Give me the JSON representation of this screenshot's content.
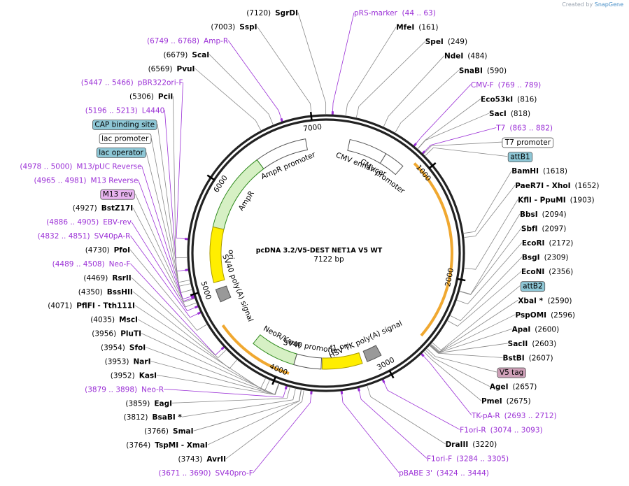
{
  "credit": {
    "prefix": "Created by",
    "brand": "SnapGene"
  },
  "plasmid": {
    "name": "pcDNA 3.2/V5-DEST NET1A V5 WT",
    "length": "7122 bp",
    "length_bp": 7122
  },
  "colors": {
    "feature": "#9b30d6",
    "amp_fill": "#d6f0c4",
    "amp_stroke": "#2f8a1e",
    "orange": "#f0a830",
    "yellow": "#ffee00",
    "box_blue": "#8ec7d6",
    "box_pink": "#cfa0b8",
    "box_violet": "#e8b4f0"
  },
  "ticks": [
    {
      "label": "1000",
      "pos": 1000
    },
    {
      "label": "2000",
      "pos": 2000
    },
    {
      "label": "3000",
      "pos": 3000
    },
    {
      "label": "4000",
      "pos": 4000
    },
    {
      "label": "5000",
      "pos": 5000
    },
    {
      "label": "6000",
      "pos": 6000
    },
    {
      "label": "7000",
      "pos": 7000
    }
  ],
  "inner_features": [
    {
      "name": "AmpR promoter",
      "start": 6400,
      "end": 6920,
      "type": "promoter"
    },
    {
      "name": "AmpR",
      "start": 5600,
      "end": 6400,
      "type": "cds"
    },
    {
      "name": "ori",
      "start": 5050,
      "end": 5600,
      "type": "origin"
    },
    {
      "name": "CMV enhancer",
      "start": 235,
      "end": 615,
      "type": "enhancer"
    },
    {
      "name": "CMV promoter",
      "start": 615,
      "end": 820,
      "type": "promoter"
    },
    {
      "name": "SV40 poly(A) signal",
      "start": 4850,
      "end": 4980,
      "type": "polya"
    },
    {
      "name": "NeoR/KanR",
      "start": 3880,
      "end": 4330,
      "type": "cds"
    },
    {
      "name": "SV40 promoter",
      "start": 3610,
      "end": 3880,
      "type": "promoter"
    },
    {
      "name": "f1 ori",
      "start": 3200,
      "end": 3600,
      "type": "origin"
    },
    {
      "name": "HSV TK poly(A) signal",
      "start": 3000,
      "end": 3150,
      "type": "polya"
    }
  ],
  "labels": [
    {
      "text": "SgrDI",
      "coord": "(7120)",
      "kind": "enzyme",
      "pos": 7120
    },
    {
      "text": "pRS-marker",
      "coord": "(44 .. 63)",
      "kind": "feature",
      "pos": 53
    },
    {
      "text": "SspI",
      "coord": "(7003)",
      "kind": "enzyme",
      "pos": 7003
    },
    {
      "text": "MfeI",
      "coord": "(161)",
      "kind": "enzyme",
      "pos": 161
    },
    {
      "text": "SpeI",
      "coord": "(249)",
      "kind": "enzyme",
      "pos": 249
    },
    {
      "text": "Amp-R",
      "coord": "(6749 .. 6768)",
      "kind": "feature",
      "pos": 6758
    },
    {
      "text": "NdeI",
      "coord": "(484)",
      "kind": "enzyme",
      "pos": 484
    },
    {
      "text": "ScaI",
      "coord": "(6679)",
      "kind": "enzyme",
      "pos": 6679
    },
    {
      "text": "SnaBI",
      "coord": "(590)",
      "kind": "enzyme",
      "pos": 590
    },
    {
      "text": "PvuI",
      "coord": "(6569)",
      "kind": "enzyme",
      "pos": 6569
    },
    {
      "text": "CMV-F",
      "coord": "(769 .. 789)",
      "kind": "feature",
      "pos": 779
    },
    {
      "text": "Eco53kI",
      "coord": "(816)",
      "kind": "enzyme",
      "pos": 816
    },
    {
      "text": "SacI",
      "coord": "(818)",
      "kind": "enzyme",
      "pos": 818
    },
    {
      "text": "T7",
      "coord": "(863 .. 882)",
      "kind": "feature",
      "pos": 872
    },
    {
      "text": "T7 promoter",
      "kind": "box_white",
      "pos": 880
    },
    {
      "text": "attB1",
      "kind": "box_blue",
      "pos": 900
    },
    {
      "text": "pBR322ori-F",
      "coord": "(5447 .. 5466)",
      "kind": "feature",
      "pos": 5456
    },
    {
      "text": "PciI",
      "coord": "(5306)",
      "kind": "enzyme",
      "pos": 5306
    },
    {
      "text": "L4440",
      "coord": "(5196 .. 5213)",
      "kind": "feature",
      "pos": 5205
    },
    {
      "text": "CAP binding site",
      "kind": "box_blue",
      "pos": 5120
    },
    {
      "text": "lac promoter",
      "kind": "box_white",
      "pos": 5090
    },
    {
      "text": "M13/pUC Reverse",
      "coord": "(4978 .. 5000)",
      "kind": "feature",
      "pos": 4989
    },
    {
      "text": "lac operator",
      "kind": "box_blue",
      "pos": 5040
    },
    {
      "text": "M13 Reverse",
      "coord": "(4965 .. 4981)",
      "kind": "feature",
      "pos": 4973
    },
    {
      "text": "M13 rev",
      "kind": "box_violet",
      "pos": 4965
    },
    {
      "text": "BstZ17I",
      "coord": "(4927)",
      "kind": "enzyme",
      "pos": 4927
    },
    {
      "text": "EBV-rev",
      "coord": "(4886 .. 4905)",
      "kind": "feature",
      "pos": 4895
    },
    {
      "text": "SV40pA-R",
      "coord": "(4832 .. 4851)",
      "kind": "feature",
      "pos": 4841
    },
    {
      "text": "PfoI",
      "coord": "(4730)",
      "kind": "enzyme",
      "pos": 4730
    },
    {
      "text": "Neo-F",
      "coord": "(4489 .. 4508)",
      "kind": "feature",
      "pos": 4498
    },
    {
      "text": "RsrII",
      "coord": "(4469)",
      "kind": "enzyme",
      "pos": 4469
    },
    {
      "text": "BssHII",
      "coord": "(4350)",
      "kind": "enzyme",
      "pos": 4350
    },
    {
      "text": "PflFI - Tth111I",
      "coord": "(4071)",
      "kind": "enzyme",
      "pos": 4071
    },
    {
      "text": "MscI",
      "coord": "(4035)",
      "kind": "enzyme",
      "pos": 4035
    },
    {
      "text": "PluTI",
      "coord": "(3956)",
      "kind": "enzyme",
      "pos": 3956
    },
    {
      "text": "SfoI",
      "coord": "(3954)",
      "kind": "enzyme",
      "pos": 3954
    },
    {
      "text": "NarI",
      "coord": "(3953)",
      "kind": "enzyme",
      "pos": 3953
    },
    {
      "text": "KasI",
      "coord": "(3952)",
      "kind": "enzyme",
      "pos": 3952
    },
    {
      "text": "Neo-R",
      "coord": "(3879 .. 3898)",
      "kind": "feature",
      "pos": 3888
    },
    {
      "text": "EagI",
      "coord": "(3859)",
      "kind": "enzyme",
      "pos": 3859
    },
    {
      "text": "BsaBI *",
      "coord": "(3812)",
      "kind": "enzyme",
      "pos": 3812
    },
    {
      "text": "SmaI",
      "coord": "(3766)",
      "kind": "enzyme",
      "pos": 3766
    },
    {
      "text": "TspMI - XmaI",
      "coord": "(3764)",
      "kind": "enzyme",
      "pos": 3764
    },
    {
      "text": "AvrII",
      "coord": "(3743)",
      "kind": "enzyme",
      "pos": 3743
    },
    {
      "text": "SV40pro-F",
      "coord": "(3671 .. 3690)",
      "kind": "feature",
      "pos": 3680
    },
    {
      "text": "pBABE 3'",
      "coord": "(3424 .. 3444)",
      "kind": "feature",
      "pos": 3434
    },
    {
      "text": "F1ori-F",
      "coord": "(3284 .. 3305)",
      "kind": "feature",
      "pos": 3294
    },
    {
      "text": "DraIII",
      "coord": "(3220)",
      "kind": "enzyme",
      "pos": 3220
    },
    {
      "text": "F1ori-R",
      "coord": "(3074 .. 3093)",
      "kind": "feature",
      "pos": 3083
    },
    {
      "text": "TK-pA-R",
      "coord": "(2693 .. 2712)",
      "kind": "feature",
      "pos": 2702
    },
    {
      "text": "PmeI",
      "coord": "(2675)",
      "kind": "enzyme",
      "pos": 2675
    },
    {
      "text": "AgeI",
      "coord": "(2657)",
      "kind": "enzyme",
      "pos": 2657
    },
    {
      "text": "V5 tag",
      "kind": "box_pink",
      "pos": 2640
    },
    {
      "text": "BstBI",
      "coord": "(2607)",
      "kind": "enzyme",
      "pos": 2607
    },
    {
      "text": "SacII",
      "coord": "(2603)",
      "kind": "enzyme",
      "pos": 2603
    },
    {
      "text": "ApaI",
      "coord": "(2600)",
      "kind": "enzyme",
      "pos": 2600
    },
    {
      "text": "PspOMI",
      "coord": "(2596)",
      "kind": "enzyme",
      "pos": 2596
    },
    {
      "text": "XbaI *",
      "coord": "(2590)",
      "kind": "enzyme",
      "pos": 2590
    },
    {
      "text": "attB2",
      "kind": "box_blue",
      "pos": 2575
    },
    {
      "text": "EcoNI",
      "coord": "(2356)",
      "kind": "enzyme",
      "pos": 2356
    },
    {
      "text": "BsgI",
      "coord": "(2309)",
      "kind": "enzyme",
      "pos": 2309
    },
    {
      "text": "EcoRI",
      "coord": "(2172)",
      "kind": "enzyme",
      "pos": 2172
    },
    {
      "text": "SbfI",
      "coord": "(2097)",
      "kind": "enzyme",
      "pos": 2097
    },
    {
      "text": "BbsI",
      "coord": "(2094)",
      "kind": "enzyme",
      "pos": 2094
    },
    {
      "text": "KflI - PpuMI",
      "coord": "(1903)",
      "kind": "enzyme",
      "pos": 1903
    },
    {
      "text": "PaeR7I - XhoI",
      "coord": "(1652)",
      "kind": "enzyme",
      "pos": 1652
    },
    {
      "text": "BamHI",
      "coord": "(1618)",
      "kind": "enzyme",
      "pos": 1618
    }
  ]
}
